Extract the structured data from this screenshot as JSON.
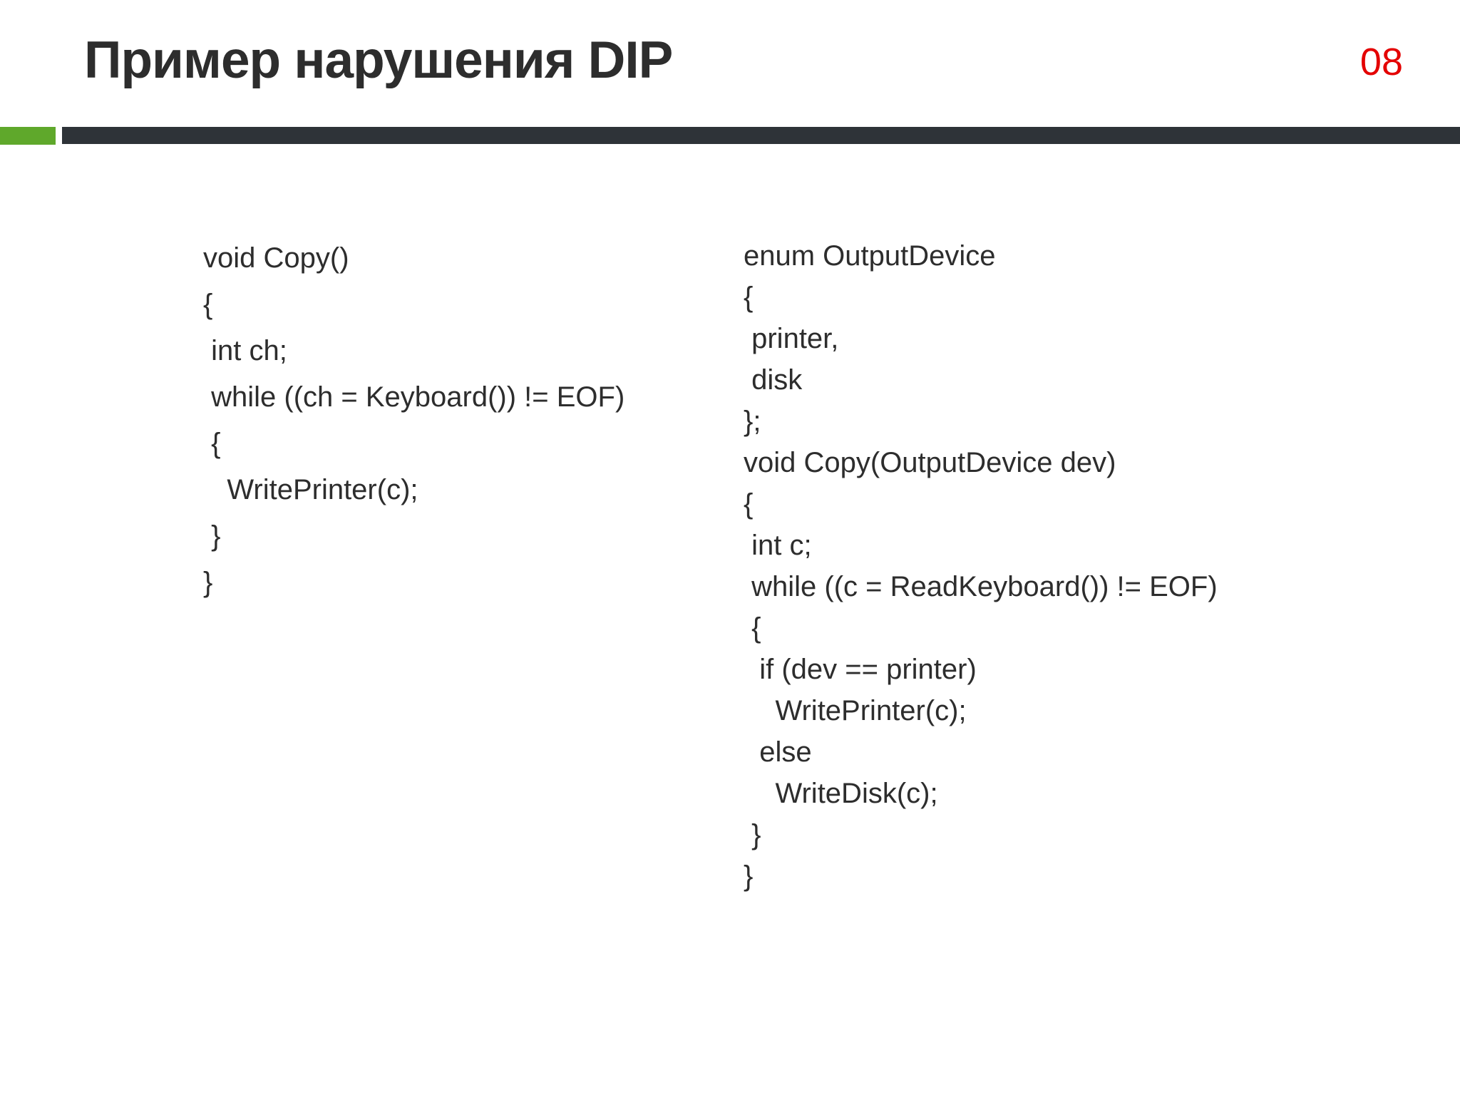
{
  "slide": {
    "title": "Пример нарушения DIP",
    "page_number": "08",
    "colors": {
      "background": "#ffffff",
      "title_text": "#2d2d2d",
      "page_number_red": "#e40000",
      "accent_green_bar": "#5fa82b",
      "divider_dark_bar": "#2e3338",
      "code_text": "#2d2d2d"
    },
    "code_left": {
      "language": "c",
      "text": "void Copy()\n{\n int ch;\n while ((ch = Keyboard()) != EOF)\n {\n   WritePrinter(c);\n }\n}"
    },
    "code_right": {
      "language": "c",
      "text": "enum OutputDevice\n{\n printer,\n disk\n};\nvoid Copy(OutputDevice dev)\n{\n int c;\n while ((c = ReadKeyboard()) != EOF)\n {\n  if (dev == printer)\n    WritePrinter(c);\n  else\n    WriteDisk(c);\n }\n}"
    }
  }
}
